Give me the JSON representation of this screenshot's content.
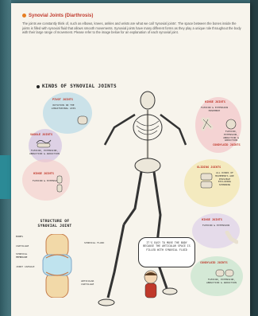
{
  "heading": "Synovial Joints (Diarthrosis)",
  "intro": "The joints we constantly think of, such as elbows, knees, ankles and wrists are what we call 'synovial joints'. The space between the bones inside the joints is filled with synovial fluid that allows smooth movements. Synovial joints have many different forms as they play a unique role throughout the body with their large range of movement. Please refer to the image below for an explanation of each synovial joint.",
  "kinds_title": "KINDS OF SYNOVIAL JOINTS",
  "structure_title": "STRUCTURE OF SYNOVIAL JOINT",
  "joints": [
    {
      "label": "PIVOT JOINTS",
      "desc": "ROTATION ON THE LONGITUDINAL AXIS"
    },
    {
      "label": "SADDLE JOINTS",
      "desc": "FLEXION, EXTENSION, ABDUCTION & ADDUCTION"
    },
    {
      "label": "HINGE JOINTS",
      "desc": "FLEXION & EXTENSION MOVEMENT"
    },
    {
      "label": "CONDYLOID JOINTS",
      "desc": "FLEXION, EXTENSION, ABDUCTION & ADDUCTION"
    },
    {
      "label": "HINGE JOINTS",
      "desc": "FLEXION & EXTENSION"
    },
    {
      "label": "GLIDING JOINTS",
      "desc": "ALL KINDS OF MOVEMENTS ARE POSSIBLE EXCLUDING SPINNING"
    },
    {
      "label": "HINGE JOINTS",
      "desc": "FLEXION & EXTENSION"
    },
    {
      "label": "CONDYLOID JOINTS",
      "desc": "FLEXION, EXTENSION, ABDUCTION & ADDUCTION"
    }
  ],
  "knee_annotations": [
    "BONES",
    "CARTILAGE",
    "SYNOVIAL MEMBRANE",
    "JOINT CAPSULE",
    "SYNOVIAL FLUID",
    "ARTICULAR CARTILAGE"
  ],
  "speech": "IT'S EASY TO MOVE THE BODY BECAUSE THE ARTICULAR SPACE IS FILLED WITH SYNOVIAL FLUID"
}
